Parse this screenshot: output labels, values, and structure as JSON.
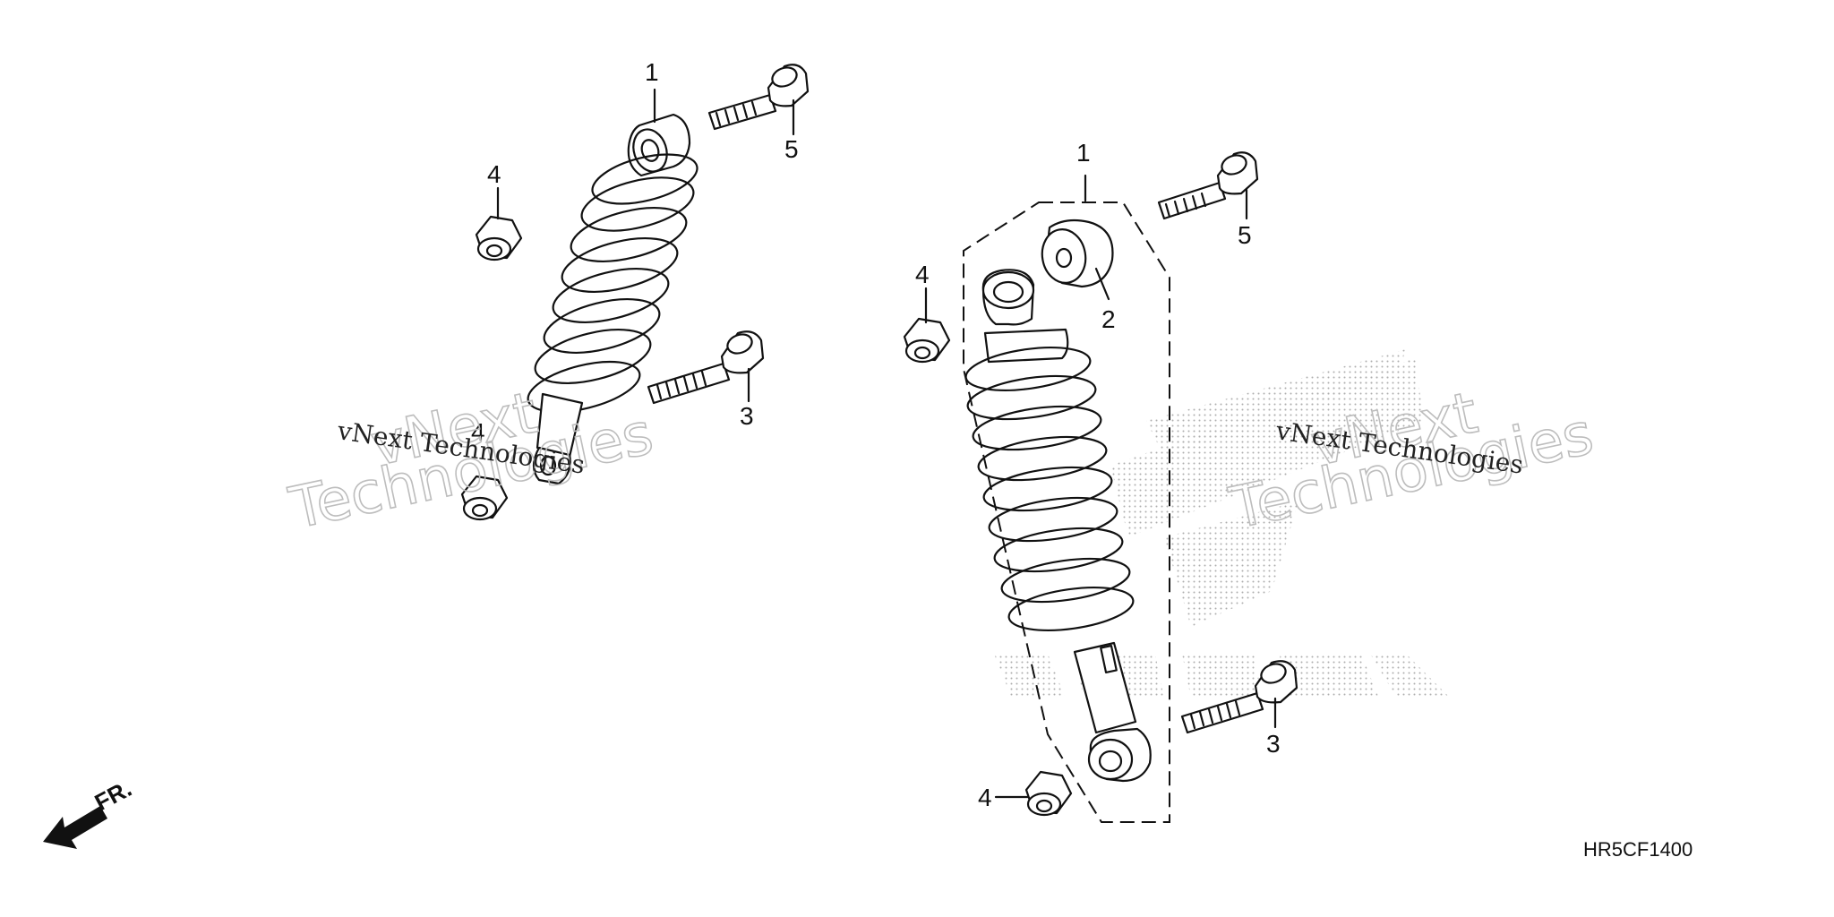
{
  "diagram_code": "HR5CF1400",
  "direction_label": "FR.",
  "watermark": {
    "line_small": "vNext Technologies",
    "line_big_1": "vNext",
    "line_big_2": "Technologies"
  },
  "callouts": {
    "left_shock": "1",
    "left_bolt_top": "5",
    "left_nut_top": "4",
    "left_nut_bottom": "4",
    "left_bolt_bottom": "3",
    "right_shock": "1",
    "right_bushing": "2",
    "right_bolt_top": "5",
    "right_nut_top": "4",
    "right_nut_bottom": "4",
    "right_bolt_bottom": "3"
  },
  "colors": {
    "line": "#111111",
    "dots": "#9a9a9a",
    "watermark": "#bdbdbd"
  }
}
